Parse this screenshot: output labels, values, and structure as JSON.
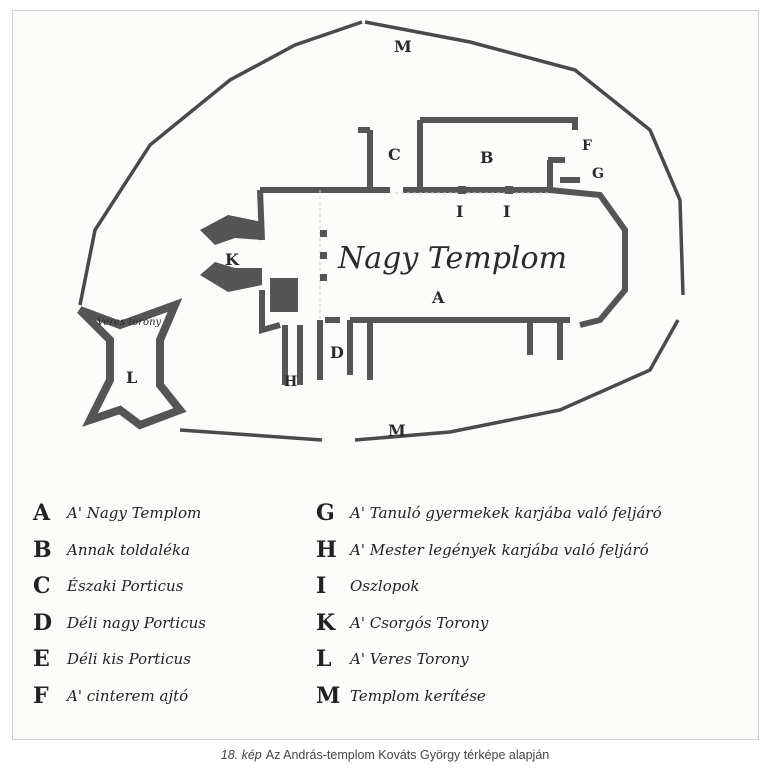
{
  "plan_labels": {
    "m_top": "M",
    "m_bottom": "M",
    "a": "A",
    "b": "B",
    "c": "C",
    "d": "D",
    "f": "F",
    "g": "G",
    "h": "H",
    "i1": "I",
    "i2": "I",
    "k": "K",
    "l": "L",
    "church_name": "Nagy Templom",
    "tower_name": "Veres torony"
  },
  "legend_left": [
    {
      "key": "A",
      "text": "A' Nagy Templom"
    },
    {
      "key": "B",
      "text": "Annak toldaléka"
    },
    {
      "key": "C",
      "text": "Északi Porticus"
    },
    {
      "key": "D",
      "text": "Déli nagy Porticus"
    },
    {
      "key": "E",
      "text": "Déli kis Porticus"
    },
    {
      "key": "F",
      "text": "A' cinterem ajtó"
    }
  ],
  "legend_right": [
    {
      "key": "G",
      "text": "A' Tanuló gyermekek karjába való feljáró"
    },
    {
      "key": "H",
      "text": "A' Mester legények karjába való feljáró"
    },
    {
      "key": "I",
      "text": "Oszlopok"
    },
    {
      "key": "K",
      "text": "A' Csorgós Torony"
    },
    {
      "key": "L",
      "text": "A' Veres Torony"
    },
    {
      "key": "M",
      "text": "Templom kerítése"
    }
  ],
  "caption": {
    "number": "18. kép",
    "text": "Az András-templom Kováts György térképe alapján"
  }
}
